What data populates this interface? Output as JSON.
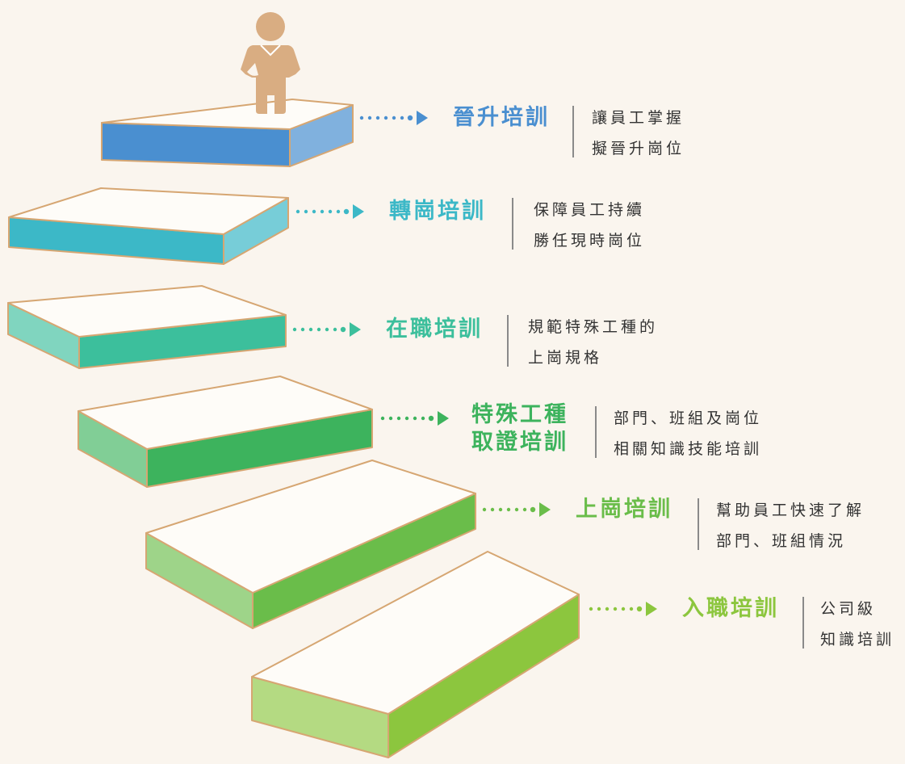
{
  "colors": {
    "background": "#faf5ee",
    "outline": "#d6a672",
    "person": "#d9ad82",
    "divider": "#8a8a8a"
  },
  "steps": [
    {
      "label_lines": [
        "晉升培訓"
      ],
      "desc_lines": [
        "讓員工掌握",
        "擬晉升崗位"
      ],
      "color": "#4a8fd0"
    },
    {
      "label_lines": [
        "轉崗培訓"
      ],
      "desc_lines": [
        "保障員工持續",
        "勝任現時崗位"
      ],
      "color": "#3cb8c7"
    },
    {
      "label_lines": [
        "在職培訓"
      ],
      "desc_lines": [
        "規範特殊工種的",
        "上崗規格"
      ],
      "color": "#3cbf9c"
    },
    {
      "label_lines": [
        "特殊工種",
        "取證培訓"
      ],
      "desc_lines": [
        "部門、班組及崗位",
        "相關知識技能培訓"
      ],
      "color": "#3db35d"
    },
    {
      "label_lines": [
        "上崗培訓"
      ],
      "desc_lines": [
        "幫助員工快速了解",
        "部門、班組情況"
      ],
      "color": "#6abd4a"
    },
    {
      "label_lines": [
        "入職培訓"
      ],
      "desc_lines": [
        "公司級",
        "知識培訓"
      ],
      "color": "#8cc63e"
    }
  ]
}
